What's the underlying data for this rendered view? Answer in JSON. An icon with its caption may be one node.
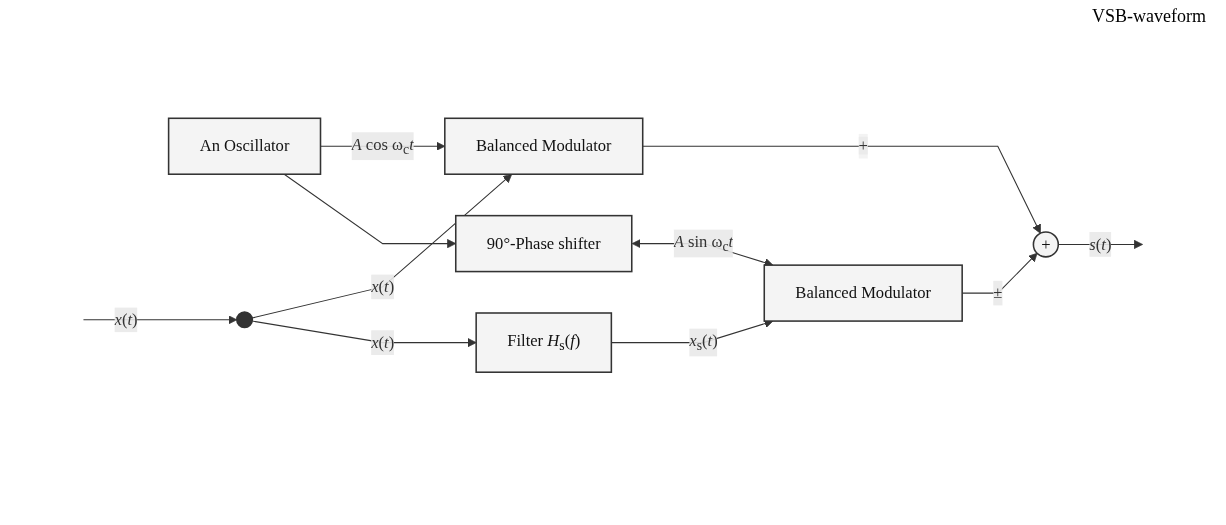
{
  "diagram": {
    "nodes": [
      {
        "text": [
          "Balanced Modulator"
        ]
      },
      {
        "text": [
          "An Oscillator"
        ]
      },
      {
        "text": [
          "Filter *H*$_{s}$(*f*)"
        ]
      },
      {
        "text": [
          "90°-Phase shifter"
        ]
      },
      {
        "text": [
          "Balanced Modulator"
        ]
      },
      {
        "text": [
          "+"
        ]
      },
      {
        "text": [],
        "shape": "circle"
      }
    ],
    "edges": [
      {
        "from": null,
        "to": 6,
        "arrow": "to",
        "label": "*x*(*t*)"
      },
      {
        "from": 6,
        "to": 0,
        "arrow": "to",
        "label": "*x*(*t*)"
      },
      {
        "from": 6,
        "to": 2,
        "arrow": "to",
        "label": "*x*(*t*)"
      },
      {
        "from": 1,
        "to": 0,
        "arrow": "to",
        "label": "*A* cos ω$_{c}$*t*"
      },
      {
        "from": 1,
        "to": 3,
        "arrow": "to"
      },
      {
        "from": 3,
        "to": 4,
        "arrow": "both",
        "label": "*A* sin ω$_{c}$*t*"
      },
      {
        "from": 2,
        "to": 4,
        "arrow": "to",
        "label": "*x*$_{s}$(*t*)"
      },
      {
        "from": 0,
        "to": 5,
        "arrow": "to",
        "label": "+"
      },
      {
        "from": 4,
        "to": 5,
        "arrow": "to",
        "label": "±"
      },
      {
        "from": 5,
        "to": null,
        "arrow": "to",
        "label": "*s*(*t*)"
      }
    ],
    "labels": [
      "VSB-waveform"
    ]
  }
}
